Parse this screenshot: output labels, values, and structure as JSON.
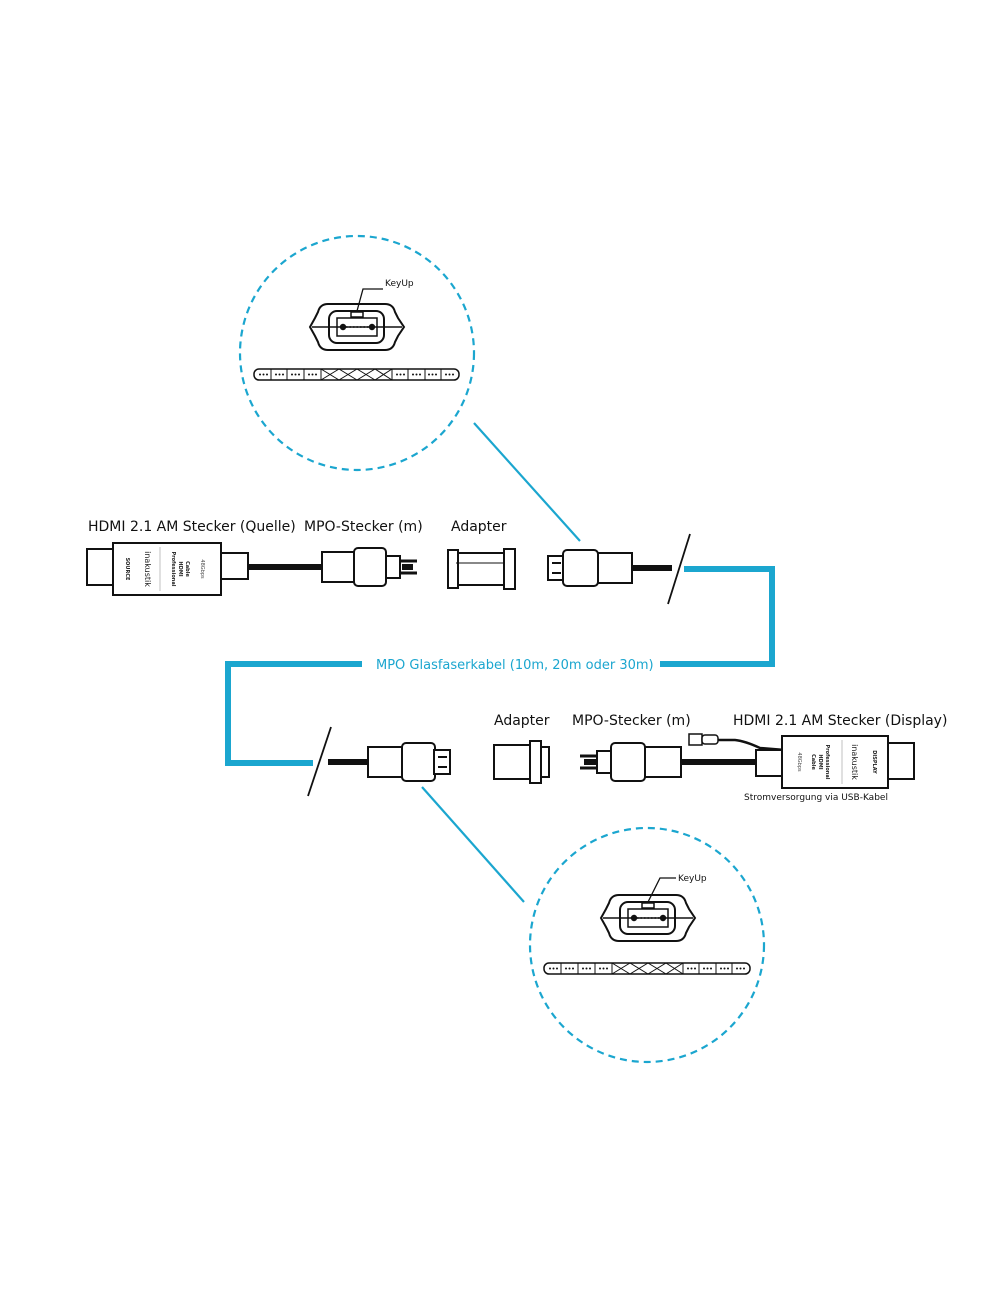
{
  "labels": {
    "hdmi_source": "HDMI 2.1 AM Stecker (Quelle)",
    "mpo_top": "MPO-Stecker (m)",
    "adapter_top": "Adapter",
    "cable": "MPO Glasfaserkabel (10m, 20m oder 30m)",
    "adapter_bottom": "Adapter",
    "mpo_bottom": "MPO-Stecker (m)",
    "hdmi_display": "HDMI 2.1 AM Stecker (Display)",
    "power": "Stromversorgung via USB-Kabel",
    "keyup_top": "KeyUp",
    "keyup_bottom": "KeyUp"
  },
  "source_box": {
    "source": "SOURCE",
    "brand": "inakustik",
    "line1": "Professional",
    "line2": "HDMI",
    "line3": "Cable",
    "speed": "48Gbps"
  },
  "display_box": {
    "display": "DISPLAY",
    "brand": "inakustik",
    "line1": "Professional",
    "line2": "HDMI",
    "line3": "Cable",
    "speed": "48Gbps"
  },
  "colors": {
    "accent": "#1ba6cf",
    "line": "#111111"
  }
}
